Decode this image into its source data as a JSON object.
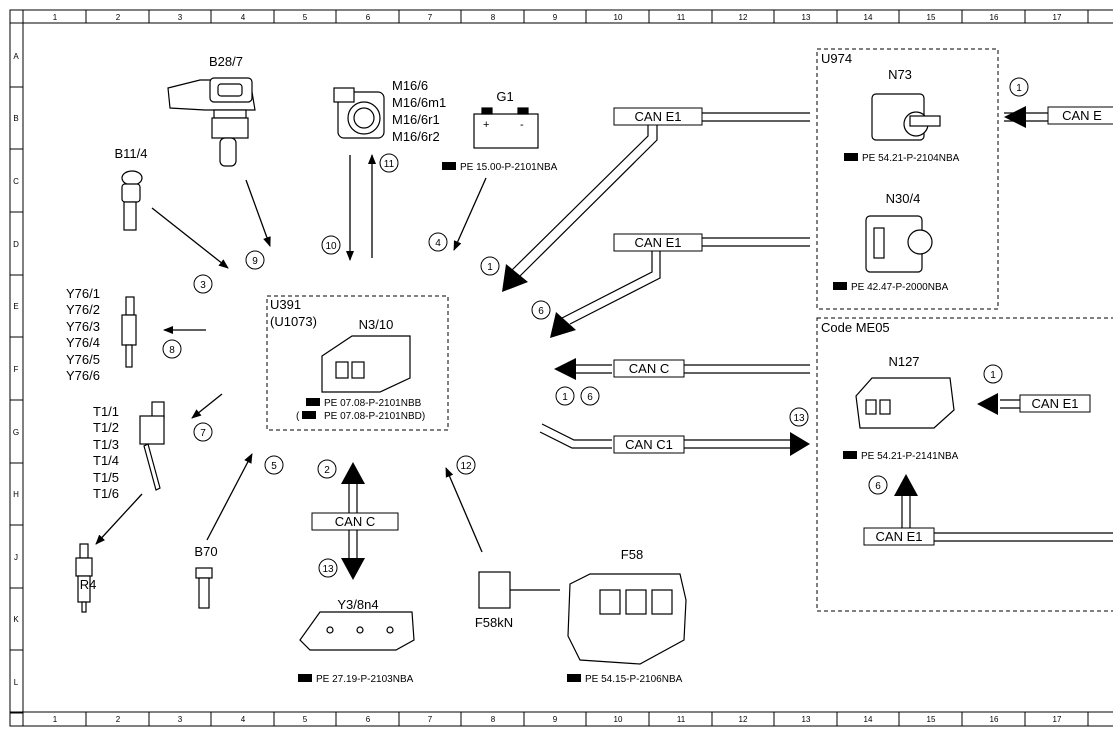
{
  "columns": [
    "1",
    "2",
    "3",
    "4",
    "5",
    "6",
    "7",
    "8",
    "9",
    "10",
    "11",
    "12",
    "13",
    "14",
    "15",
    "16",
    "17"
  ],
  "rows": [
    "A",
    "B",
    "C",
    "D",
    "E",
    "F",
    "G",
    "H",
    "J",
    "K",
    "L"
  ],
  "components": [
    {
      "id": "b28-7",
      "text": "B28/7",
      "color": "#000000"
    },
    {
      "id": "b11-4",
      "text": "B11/4",
      "color": "#000000"
    },
    {
      "id": "m16-6",
      "text": "M16/6",
      "color": "#000000"
    },
    {
      "id": "m16-6m1",
      "text": "M16/6m1",
      "color": "#000000"
    },
    {
      "id": "m16-6r1",
      "text": "M16/6r1",
      "color": "#000000"
    },
    {
      "id": "m16-6r2",
      "text": "M16/6r2",
      "color": "#000000"
    },
    {
      "id": "g1",
      "text": "G1",
      "color": "#000000"
    },
    {
      "id": "y76-1",
      "text": "Y76/1",
      "color": "#000000"
    },
    {
      "id": "y76-2",
      "text": "Y76/2",
      "color": "#000000"
    },
    {
      "id": "y76-3",
      "text": "Y76/3",
      "color": "#000000"
    },
    {
      "id": "y76-4",
      "text": "Y76/4",
      "color": "#000000"
    },
    {
      "id": "y76-5",
      "text": "Y76/5",
      "color": "#000000"
    },
    {
      "id": "y76-6",
      "text": "Y76/6",
      "color": "#000000"
    },
    {
      "id": "t1-1",
      "text": "T1/1",
      "color": "#000000"
    },
    {
      "id": "t1-2",
      "text": "T1/2",
      "color": "#000000"
    },
    {
      "id": "t1-3",
      "text": "T1/3",
      "color": "#000000"
    },
    {
      "id": "t1-4",
      "text": "T1/4",
      "color": "#000000"
    },
    {
      "id": "t1-5",
      "text": "T1/5",
      "color": "#000000"
    },
    {
      "id": "t1-6",
      "text": "T1/6",
      "color": "#000000"
    },
    {
      "id": "r4",
      "text": "R4",
      "color": "#000000"
    },
    {
      "id": "b70",
      "text": "B70",
      "color": "#000000"
    },
    {
      "id": "u391",
      "text": "U391",
      "color": "#000000"
    },
    {
      "id": "u1073",
      "text": "(U1073)",
      "color": "#000000"
    },
    {
      "id": "n3-10",
      "text": "N3/10",
      "color": "#1a1ad6"
    },
    {
      "id": "y3-8n4",
      "text": "Y3/8n4",
      "color": "#000000"
    },
    {
      "id": "f58",
      "text": "F58",
      "color": "#000000"
    },
    {
      "id": "f58kn",
      "text": "F58kN",
      "color": "#000000"
    },
    {
      "id": "u974",
      "text": "U974",
      "color": "#000000"
    },
    {
      "id": "n73",
      "text": "N73",
      "color": "#1a1ad6"
    },
    {
      "id": "n30-4",
      "text": "N30/4",
      "color": "#1a1ad6"
    },
    {
      "id": "code-me05",
      "text": "Code ME05",
      "color": "#000000"
    },
    {
      "id": "n127",
      "text": "N127",
      "color": "#1a1ad6"
    }
  ],
  "references": [
    {
      "id": "ref-g1",
      "text": "PE 15.00-P-2101NBA"
    },
    {
      "id": "ref-n3-10-a",
      "text": "PE 07.08-P-2101NBB"
    },
    {
      "id": "ref-n3-10-b",
      "text": "PE 07.08-P-2101NBD)"
    },
    {
      "id": "ref-y3-8n4",
      "text": "PE 27.19-P-2103NBA"
    },
    {
      "id": "ref-f58",
      "text": "PE 54.15-P-2106NBA"
    },
    {
      "id": "ref-n73",
      "text": "PE 54.21-P-2104NBA"
    },
    {
      "id": "ref-n30-4",
      "text": "PE 42.47-P-2000NBA"
    },
    {
      "id": "ref-n127",
      "text": "PE 54.21-P-2141NBA"
    }
  ],
  "ref_open_paren": "(",
  "connections": [
    {
      "id": "can-e1-top",
      "text": "CAN E1"
    },
    {
      "id": "can-e1-mid",
      "text": "CAN E1"
    },
    {
      "id": "can-c",
      "text": "CAN C"
    },
    {
      "id": "can-c1",
      "text": "CAN C1"
    },
    {
      "id": "can-c-vertical",
      "text": "CAN C"
    },
    {
      "id": "can-e-right",
      "text": "CAN E"
    },
    {
      "id": "can-e1-n127",
      "text": "CAN E1"
    },
    {
      "id": "can-e1-bottom",
      "text": "CAN E1"
    }
  ],
  "circled_numbers": [
    "3",
    "9",
    "10",
    "11",
    "4",
    "1",
    "6",
    "8",
    "7",
    "5",
    "2",
    "13",
    "12",
    "1",
    "6",
    "13",
    "1",
    "1",
    "6"
  ],
  "colors": {
    "link_blue": "#1a1ad6",
    "line": "#000000"
  }
}
